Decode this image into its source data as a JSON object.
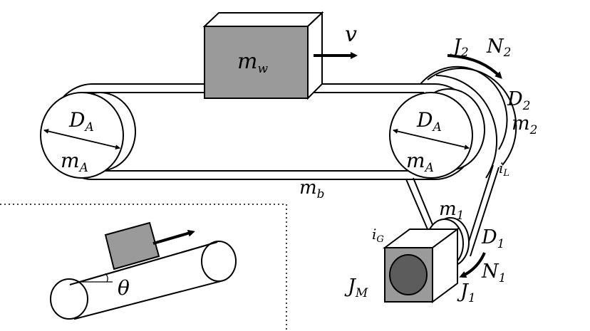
{
  "labels": {
    "mw": {
      "main": "m",
      "sub": "w"
    },
    "v": "v",
    "J2": {
      "main": "J",
      "sub": "2"
    },
    "N2": {
      "main": "N",
      "sub": "2"
    },
    "D2": {
      "main": "D",
      "sub": "2"
    },
    "m2": {
      "main": "m",
      "sub": "2"
    },
    "iL": {
      "main": "i",
      "sub": "L"
    },
    "DA_left": {
      "main": "D",
      "sub": "A"
    },
    "mA_left": {
      "main": "m",
      "sub": "A"
    },
    "DA_right": {
      "main": "D",
      "sub": "A"
    },
    "mA_right": {
      "main": "m",
      "sub": "A"
    },
    "mb": {
      "main": "m",
      "sub": "b"
    },
    "m1": {
      "main": "m",
      "sub": "1"
    },
    "iG": {
      "main": "i",
      "sub": "G"
    },
    "D1": {
      "main": "D",
      "sub": "1"
    },
    "N1": {
      "main": "N",
      "sub": "1"
    },
    "J1": {
      "main": "J",
      "sub": "1"
    },
    "JM": {
      "main": "J",
      "sub": "M"
    },
    "theta": "θ"
  },
  "colors": {
    "block_fill": "#9a9a9a",
    "block_top": "#ffffff",
    "motor_rotor": "#5c5c5c",
    "stroke": "#000000"
  }
}
